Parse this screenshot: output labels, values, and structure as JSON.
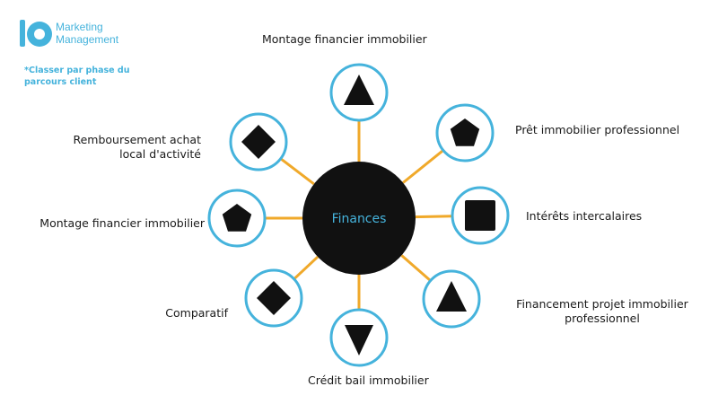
{
  "brand": {
    "line1": "Marketing",
    "line2": "Management",
    "color": "#45b3dc"
  },
  "note": {
    "line1": "*Classer par phase du",
    "line2": "parcours client"
  },
  "diagram": {
    "center_label": "Finances",
    "center_fill": "#111111",
    "center_text_color": "#45b3dc",
    "ring_color": "#45b3dc",
    "connector_color": "#f0a92a",
    "nodes": [
      {
        "id": "top",
        "icon": "triangle-icon",
        "label_lines": [
          "Montage financier immobilier"
        ]
      },
      {
        "id": "top-right",
        "icon": "pentagon-icon",
        "label_lines": [
          "Prêt immobilier professionnel"
        ]
      },
      {
        "id": "right",
        "icon": "square-icon",
        "label_lines": [
          "Intérêts intercalaires"
        ]
      },
      {
        "id": "bottom-right",
        "icon": "triangle-icon",
        "label_lines": [
          "Financement projet immobilier",
          "professionnel"
        ]
      },
      {
        "id": "bottom",
        "icon": "inverted-triangle-icon",
        "label_lines": [
          "Crédit bail immobilier"
        ]
      },
      {
        "id": "bottom-left",
        "icon": "diamond-icon",
        "label_lines": [
          "Comparatif"
        ]
      },
      {
        "id": "left",
        "icon": "pentagon-icon",
        "label_lines": [
          "Montage financier immobilier"
        ]
      },
      {
        "id": "top-left",
        "icon": "diamond-icon",
        "label_lines": [
          "Remboursement achat",
          "local d'activité"
        ]
      }
    ]
  }
}
